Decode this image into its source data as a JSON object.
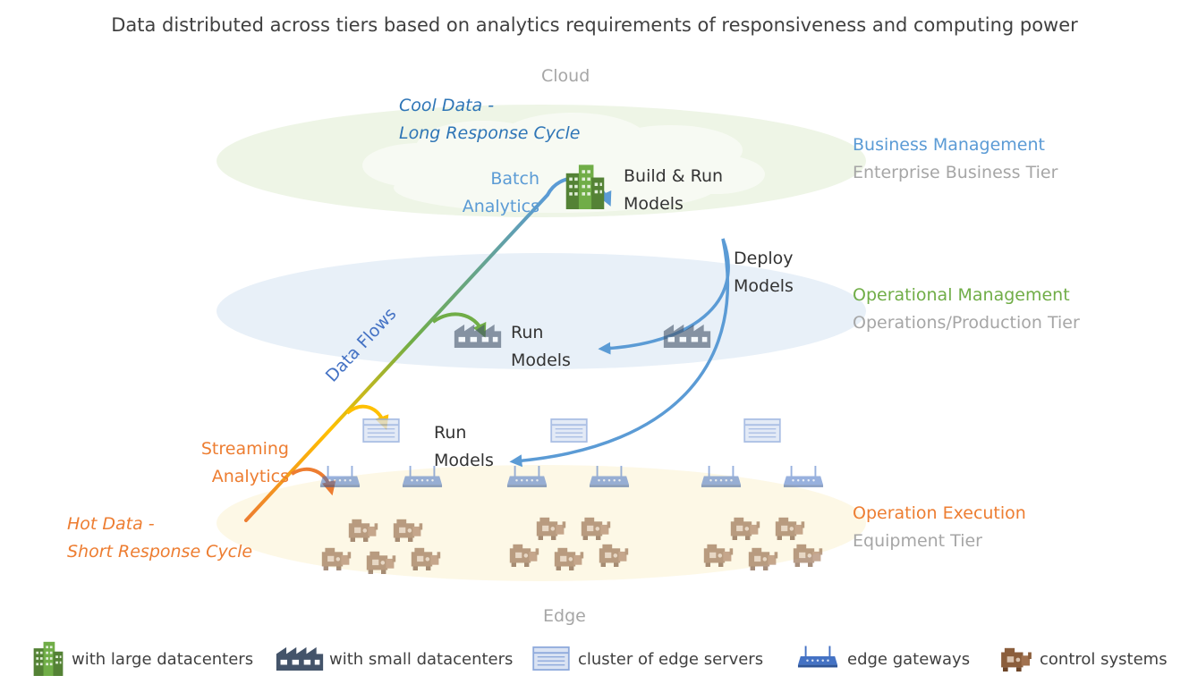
{
  "title": "Data distributed across tiers based on analytics requirements of responsiveness and computing power",
  "cloud_label": "Cloud",
  "edge_label": "Edge",
  "cool_data": {
    "line1": "Cool Data -",
    "line2": "Long Response Cycle"
  },
  "hot_data": {
    "line1": "Hot Data -",
    "line2": "Short Response Cycle"
  },
  "batch_analytics": {
    "line1": "Batch",
    "line2": "Analytics"
  },
  "streaming_analytics": {
    "line1": "Streaming",
    "line2": "Analytics"
  },
  "data_flows": "Data Flows",
  "build_run": {
    "line1": "Build & Run",
    "line2": "Models"
  },
  "deploy": {
    "line1": "Deploy",
    "line2": "Models"
  },
  "run_models_ops": {
    "line1": "Run",
    "line2": "Models"
  },
  "run_models_edge": {
    "line1": "Run",
    "line2": "Models"
  },
  "tiers": [
    {
      "name": "Business Management",
      "sub": "Enterprise Business Tier",
      "color": "#5b9bd5"
    },
    {
      "name": "Operational Management",
      "sub": "Operations/Production Tier",
      "color": "#70ad47"
    },
    {
      "name": "Operation Execution",
      "sub": "Equipment Tier",
      "color": "#ed7d31"
    }
  ],
  "legend": [
    {
      "icon": "large-datacenter-icon",
      "label": "with large datacenters"
    },
    {
      "icon": "small-datacenter-icon",
      "label": "with small datacenters"
    },
    {
      "icon": "edge-server-cluster-icon",
      "label": "cluster of edge servers"
    },
    {
      "icon": "edge-gateway-icon",
      "label": "edge gateways"
    },
    {
      "icon": "control-system-icon",
      "label": "control systems"
    }
  ],
  "colors": {
    "cloud_layer": "#eef5e6",
    "ops_layer": "#e8f0f8",
    "edge_layer": "#fdf8e6",
    "flow_blue": "#5b9bd5",
    "flow_green": "#70ad47",
    "flow_yellow": "#ffc000",
    "flow_orange": "#ed7d31",
    "factory": "#44546a",
    "server": "#8faadc",
    "gateway": "#4472c4",
    "control": "#8b5e3c",
    "building": "#548235"
  }
}
